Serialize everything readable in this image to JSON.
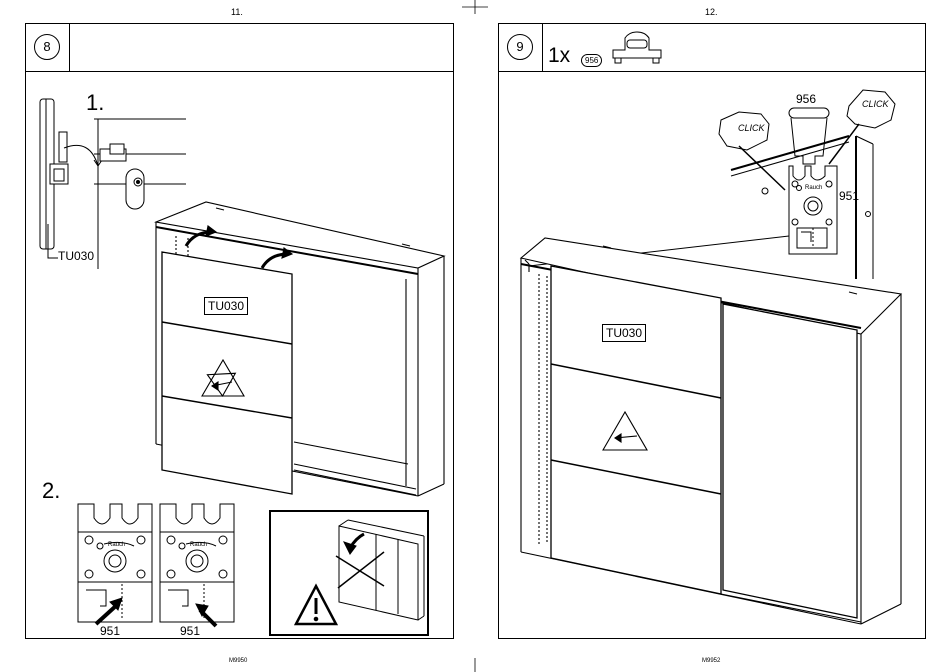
{
  "pages": {
    "left": {
      "number": "11.",
      "footer": "M9950"
    },
    "right": {
      "number": "12.",
      "footer": "M9952"
    }
  },
  "step8": {
    "number": "8",
    "substep1": "1.",
    "substep2": "2.",
    "part_label": "TU030",
    "door_label": "TU030",
    "bracket_label_a": "951",
    "bracket_label_b": "951",
    "brand_text": "Rauch"
  },
  "step9": {
    "number": "9",
    "quantity": "1x",
    "part_id": "956",
    "detail_part": "956",
    "click_a": "CLICK",
    "click_b": "CLICK",
    "bracket_label": "951",
    "door_label": "TU030",
    "brand_text": "Rauch"
  }
}
